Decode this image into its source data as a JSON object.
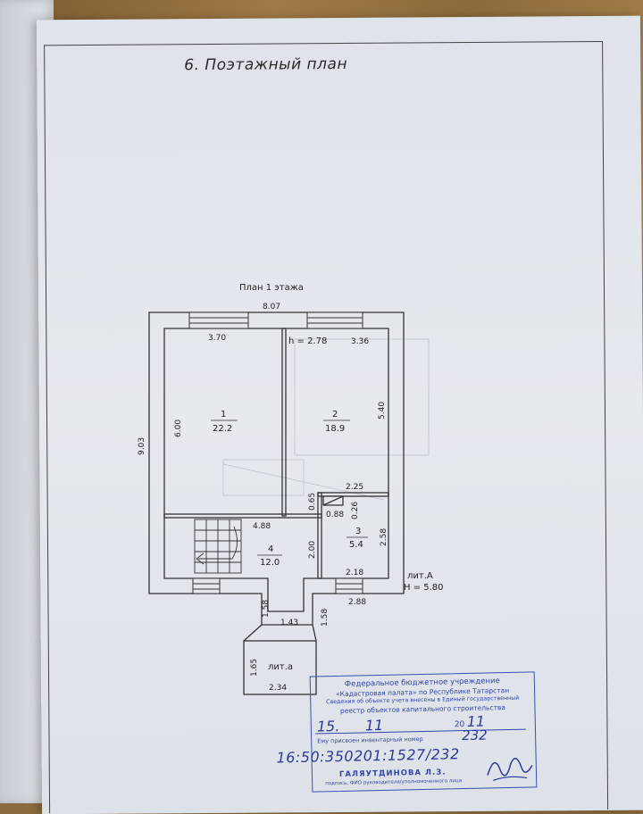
{
  "document": {
    "section_title": "6. Поэтажный план",
    "plan_title": "План 1 этажа"
  },
  "plan": {
    "overall_width": "8.07",
    "overall_depth": "9.03",
    "ceiling_height": "h = 2.78",
    "building_letter": "лит.А",
    "building_height": "H = 5.80",
    "annex_letter": "лит.а",
    "rooms": [
      {
        "number": "1",
        "area": "22.2"
      },
      {
        "number": "2",
        "area": "18.9"
      },
      {
        "number": "3",
        "area": "5.4"
      },
      {
        "number": "4",
        "area": "12.0"
      }
    ],
    "dims": {
      "room1_width": "3.70",
      "room1_depth": "6.00",
      "room2_width": "3.36",
      "room2_depth": "5.40",
      "hall_width": "4.88",
      "hall_depth": "2.00",
      "closet_width": "0.88",
      "closet_depth": "0.26",
      "wall_offset": "0.65",
      "room3_top": "2.25",
      "room3_depth": "2.58",
      "room3_bottom": "2.18",
      "right_bottom": "2.88",
      "porch_left": "1.58",
      "porch_right": "1.58",
      "porch_width": "1.43",
      "annex_depth": "1.65",
      "annex_width": "2.34"
    }
  },
  "stamp": {
    "line1": "Федеральное бюджетное учреждение",
    "line2": "«Кадастровая палата» по Республике Татарстан",
    "line3": "Сведения об объекте учета внесены в Единый государственный",
    "line4": "реестр объектов капитального строительства",
    "date_day": "15.",
    "date_month": "11",
    "date_year": "20",
    "date_year_hand": "11",
    "inv_label": "Ему присвоен инвентарный номер",
    "inv_number": "232",
    "cadastral": "16:50:350201:1527/232",
    "name_stamp": "ГАЛЯУТДИНОВА Л.З.",
    "name_caption": "подпись, ФИО руководителя/уполномоченного лица"
  }
}
